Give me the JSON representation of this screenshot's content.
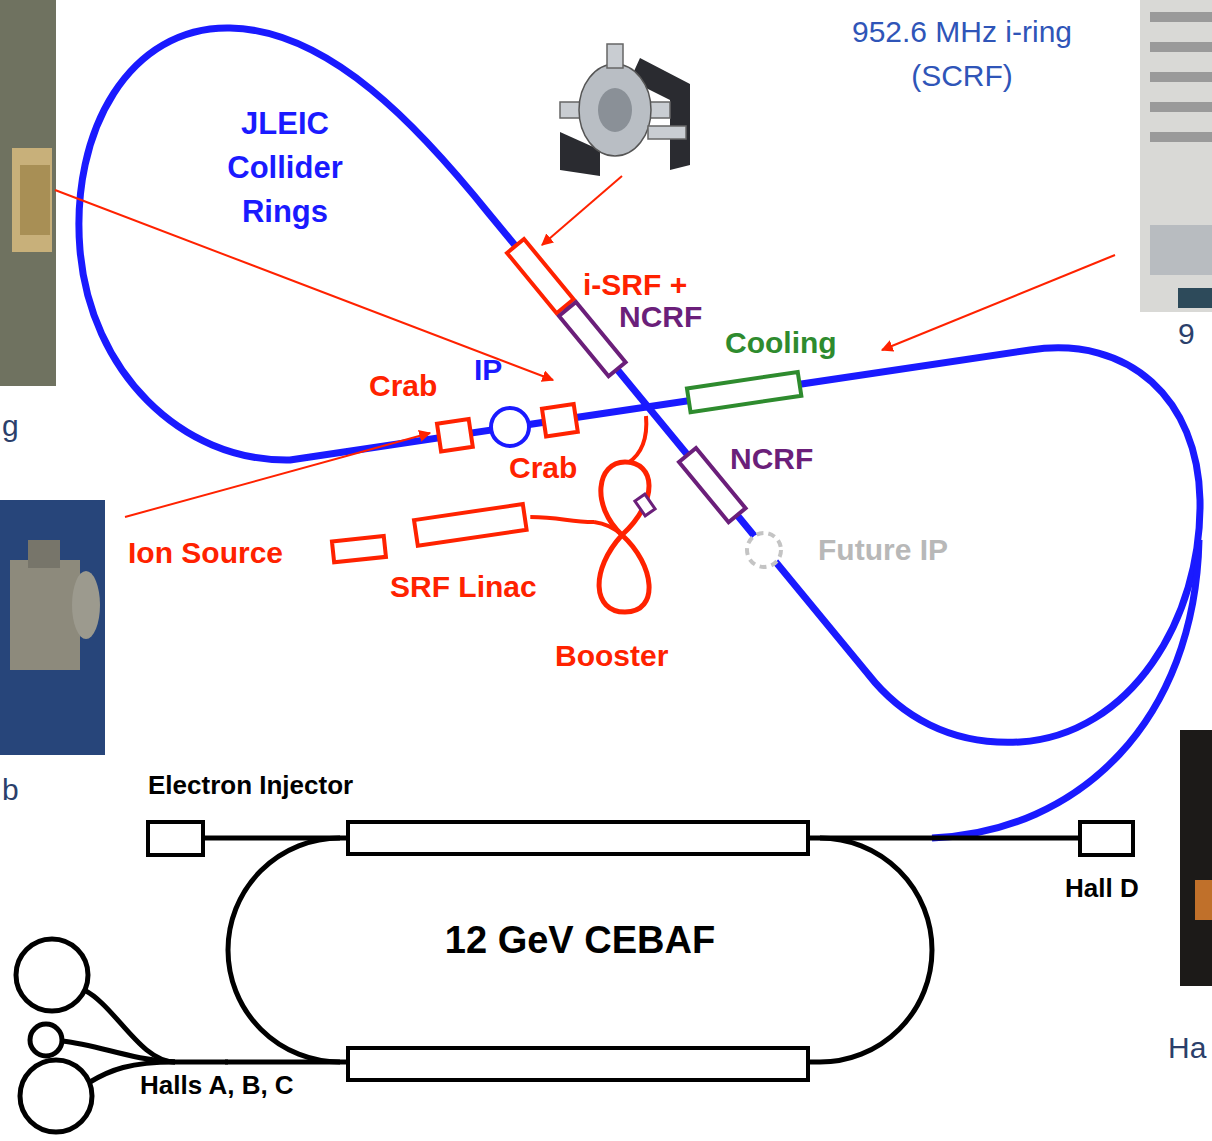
{
  "diagram": {
    "nodes": [
      {
        "text": [
          "i-SRF +"
        ]
      },
      {
        "text": [
          "NCRF"
        ]
      },
      {
        "text": [
          "Cooling"
        ]
      },
      {
        "text": [
          "Crab"
        ]
      },
      {
        "text": [
          "IP"
        ]
      },
      {
        "text": [
          "Crab"
        ]
      },
      {
        "text": [
          "NCRF"
        ]
      },
      {
        "text": [
          "Ion Source"
        ]
      },
      {
        "text": [
          "SRF Linac"
        ]
      },
      {
        "text": [
          "Booster"
        ]
      },
      {
        "text": [
          "Future IP"
        ]
      },
      {
        "text": [
          "Electron Injector"
        ]
      },
      {
        "text": [
          "12 GeV CEBAF"
        ]
      },
      {
        "text": [
          "Hall D"
        ]
      }
    ],
    "edges": [
      {
        "from": 8,
        "to": 9,
        "arrow": "none"
      },
      {
        "from": 11,
        "to": 12,
        "arrow": "none"
      },
      {
        "from": 12,
        "to": 13,
        "arrow": "none"
      }
    ],
    "labels": [
      "952.6 MHz i-ring (SCRF)",
      "JLEIC Collider Rings",
      "g",
      "9",
      "b",
      "Ha",
      "Halls A, B, C"
    ]
  }
}
